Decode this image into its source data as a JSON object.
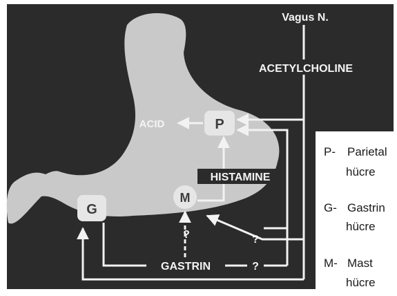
{
  "diagram": {
    "nerve_label": "Vagus N.",
    "acetylcholine_label": "ACETYLCHOLINE",
    "acid_label": "ACID",
    "histamine_label": "HISTAMINE",
    "gastrin_label": "GASTRIN",
    "unknown_mark": "?",
    "cells": {
      "p": "P",
      "g": "G",
      "m": "M"
    }
  },
  "legend": [
    {
      "code": "P-",
      "name": "Parietal",
      "word": "hücre"
    },
    {
      "code": "G-",
      "name": "Gastrin",
      "word": "hücre"
    },
    {
      "code": "M-",
      "name": "Mast",
      "word": "hücre"
    }
  ],
  "colors": {
    "background": "#2b2b2b",
    "stomach": "#c9c9c9",
    "lines": "#f2f2f2",
    "cell_box": "#e6e6e6"
  }
}
